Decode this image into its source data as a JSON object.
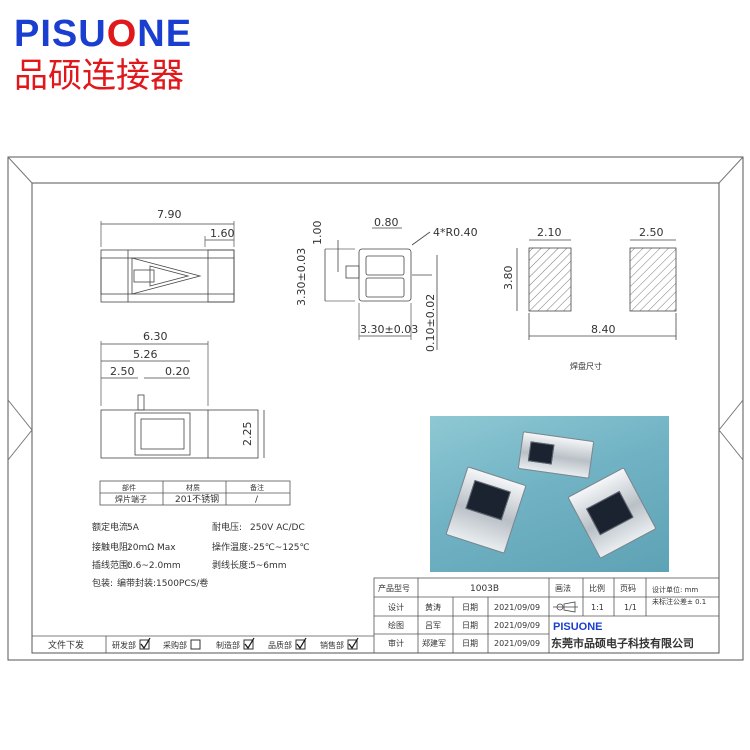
{
  "brand": {
    "name_en_1": "PISU",
    "name_en_o": "O",
    "name_en_2": "NE",
    "name_cn": "品硕连接器"
  },
  "dims": {
    "top_left_overall": "7.90",
    "top_left_right": "1.60",
    "mid_top": "0.80",
    "mid_radius": "4*R0.40",
    "mid_height": "1.00",
    "mid_left": "3.30±0.03",
    "mid_bottom": "3.30±0.03",
    "mid_thickness": "0.10±0.02",
    "pad_w1": "2.10",
    "pad_w2": "2.50",
    "pad_h": "3.80",
    "pad_total": "8.40",
    "pad_caption": "焊盘尺寸",
    "side_overall": "6.30",
    "side_a": "5.26",
    "side_b": "2.50",
    "side_c": "0.20",
    "side_h": "2.25"
  },
  "bom": {
    "headers": [
      "部件",
      "材质",
      "备注"
    ],
    "row": [
      "焊片端子",
      "201不锈钢",
      "/"
    ]
  },
  "specs": [
    {
      "k": "额定电流:",
      "v": "5A"
    },
    {
      "k": "耐电压:",
      "v": "250V AC/DC"
    },
    {
      "k": "接触电阻:",
      "v": "20mΩ Max"
    },
    {
      "k": "操作温度:",
      "v": "-25℃~125℃"
    },
    {
      "k": "插线范围:",
      "v": "0.6~2.0mm"
    },
    {
      "k": "剥线长度:",
      "v": "5~6mm"
    },
    {
      "k": "包装:",
      "v": "编带封装:1500PCS/卷"
    }
  ],
  "title_block": {
    "model_label": "产品型号",
    "model": "1003B",
    "method": "画法",
    "scale_label": "比例",
    "page_label": "页码",
    "unit": "设计单位:  mm",
    "tolerance": "未标注公差±  0.1",
    "designer_label": "设计",
    "designer": "黄涛",
    "date_label": "日期",
    "date": "2021/09/09",
    "scale": "1:1",
    "page": "1/1",
    "drawer_label": "绘图",
    "drawer": "吕军",
    "brand_en": "PISUONE",
    "reviewer_label": "审计",
    "reviewer": "郑建军",
    "company": "东莞市品硕电子科技有限公司"
  },
  "distribution": {
    "label": "文件下发",
    "items": [
      {
        "name": "研发部",
        "checked": true
      },
      {
        "name": "采购部",
        "checked": false
      },
      {
        "name": "制造部",
        "checked": true
      },
      {
        "name": "品质部",
        "checked": true
      },
      {
        "name": "销售部",
        "checked": true
      }
    ]
  }
}
